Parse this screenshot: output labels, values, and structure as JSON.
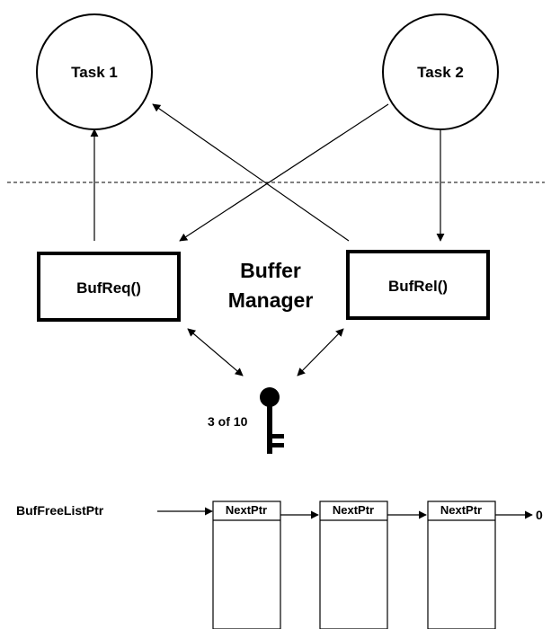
{
  "tasks": [
    {
      "label": "Task 1"
    },
    {
      "label": "Task 2"
    }
  ],
  "functions": {
    "buf_req": "BufReq()",
    "buf_rel": "BufRel()"
  },
  "manager": {
    "line1": "Buffer",
    "line2": "Manager"
  },
  "semaphore": {
    "count_label": "3 of 10",
    "icon": "key-icon"
  },
  "free_list": {
    "head_label": "BufFreeListPtr",
    "nodes": [
      {
        "label": "NextPtr"
      },
      {
        "label": "NextPtr"
      },
      {
        "label": "NextPtr"
      }
    ],
    "terminator": "0"
  }
}
